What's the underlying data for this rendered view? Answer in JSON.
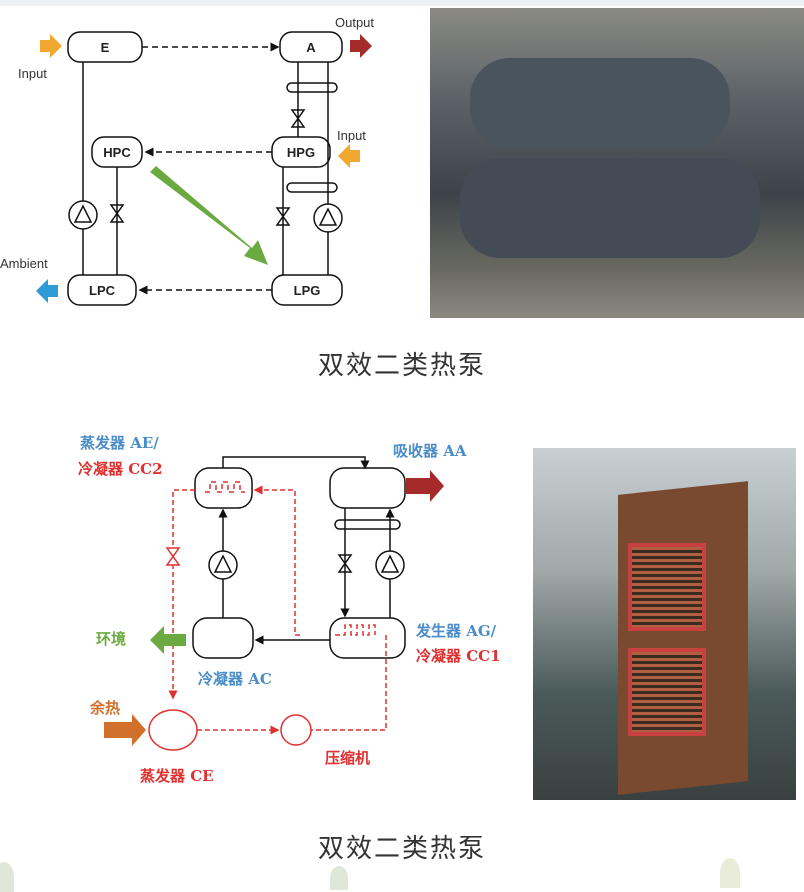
{
  "diagram1": {
    "nodes": {
      "e": "E",
      "a": "A",
      "hpc": "HPC",
      "hpg": "HPG",
      "lpc": "LPC",
      "lpg": "LPG"
    },
    "labels": {
      "input_left": "Input",
      "output": "Output",
      "input_right": "Input",
      "ambient": "Ambient"
    }
  },
  "caption1": "双效二类热泵",
  "diagram2": {
    "labels": {
      "ae": "蒸发器 AE/",
      "cc2": "冷凝器 CC2",
      "aa": "吸收器 AA",
      "ag": "发生器 AG/",
      "cc1": "冷凝器 CC1",
      "env": "环境",
      "ac": "冷凝器 AC",
      "waste_heat": "余热",
      "ce": "蒸发器 CE",
      "compressor": "压缩机"
    }
  },
  "caption2": "双效二类热泵",
  "colors": {
    "orange": "#f0a830",
    "red": "#a52a2a",
    "blue": "#2e9ad6",
    "green": "#6aaa40",
    "diag_blue": "#4a8cc8",
    "diag_red": "#e03030"
  }
}
